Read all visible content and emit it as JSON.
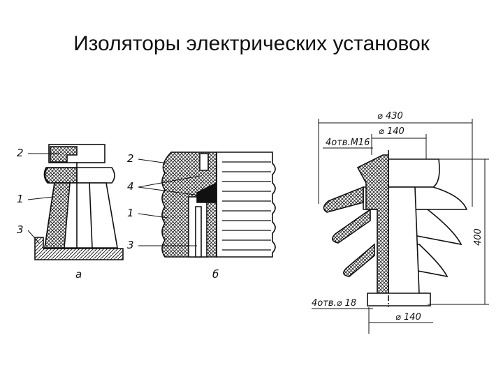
{
  "slide": {
    "title": "Изоляторы электрических установок"
  },
  "figure_a": {
    "caption": "а",
    "labels": [
      "2",
      "1",
      "3"
    ]
  },
  "figure_b": {
    "caption": "б",
    "labels": [
      "2",
      "4",
      "1",
      "3"
    ]
  },
  "figure_c": {
    "dim_top_outer": "⌀ 430",
    "dim_top_inner": "⌀ 140",
    "dim_holes_top": "4отв.М16",
    "dim_height": "400",
    "dim_holes_bottom": "4отв.⌀ 18",
    "dim_bottom": "⌀ 140"
  },
  "colors": {
    "ink": "#111111",
    "hatch": "#222222",
    "paper": "#ffffff"
  }
}
